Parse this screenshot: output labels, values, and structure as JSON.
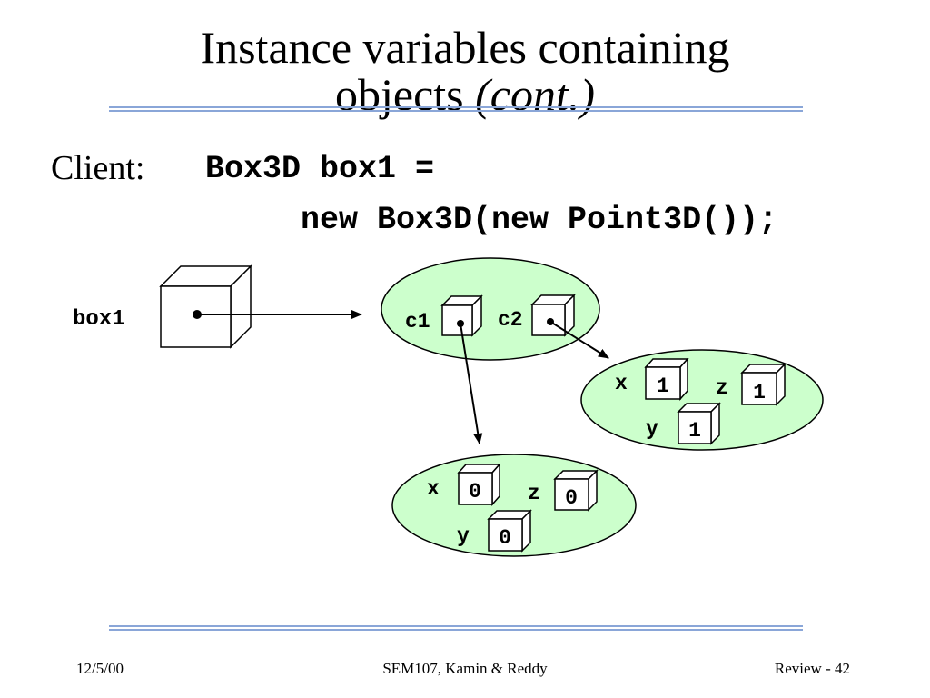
{
  "slide": {
    "title_line1": "Instance variables containing",
    "title_line2": "objects",
    "title_line2_italic": "(cont.)"
  },
  "body": {
    "client_label": "Client:",
    "code_line1": "Box3D box1 =",
    "code_line2": "new Box3D(new Point3D());"
  },
  "diagram": {
    "var_label": "box1",
    "box_fields": [
      "c1",
      "c2"
    ],
    "point_c2": {
      "x_label": "x",
      "x_value": "1",
      "y_label": "y",
      "y_value": "1",
      "z_label": "z",
      "z_value": "1"
    },
    "point_c1": {
      "x_label": "x",
      "x_value": "0",
      "y_label": "y",
      "y_value": "0",
      "z_label": "z",
      "z_value": "0"
    },
    "colors": {
      "object_fill": "#ccffcc",
      "rule": "#8aa6d8"
    }
  },
  "footer": {
    "date": "12/5/00",
    "course": "SEM107, Kamin & Reddy",
    "page": "Review - 42"
  }
}
